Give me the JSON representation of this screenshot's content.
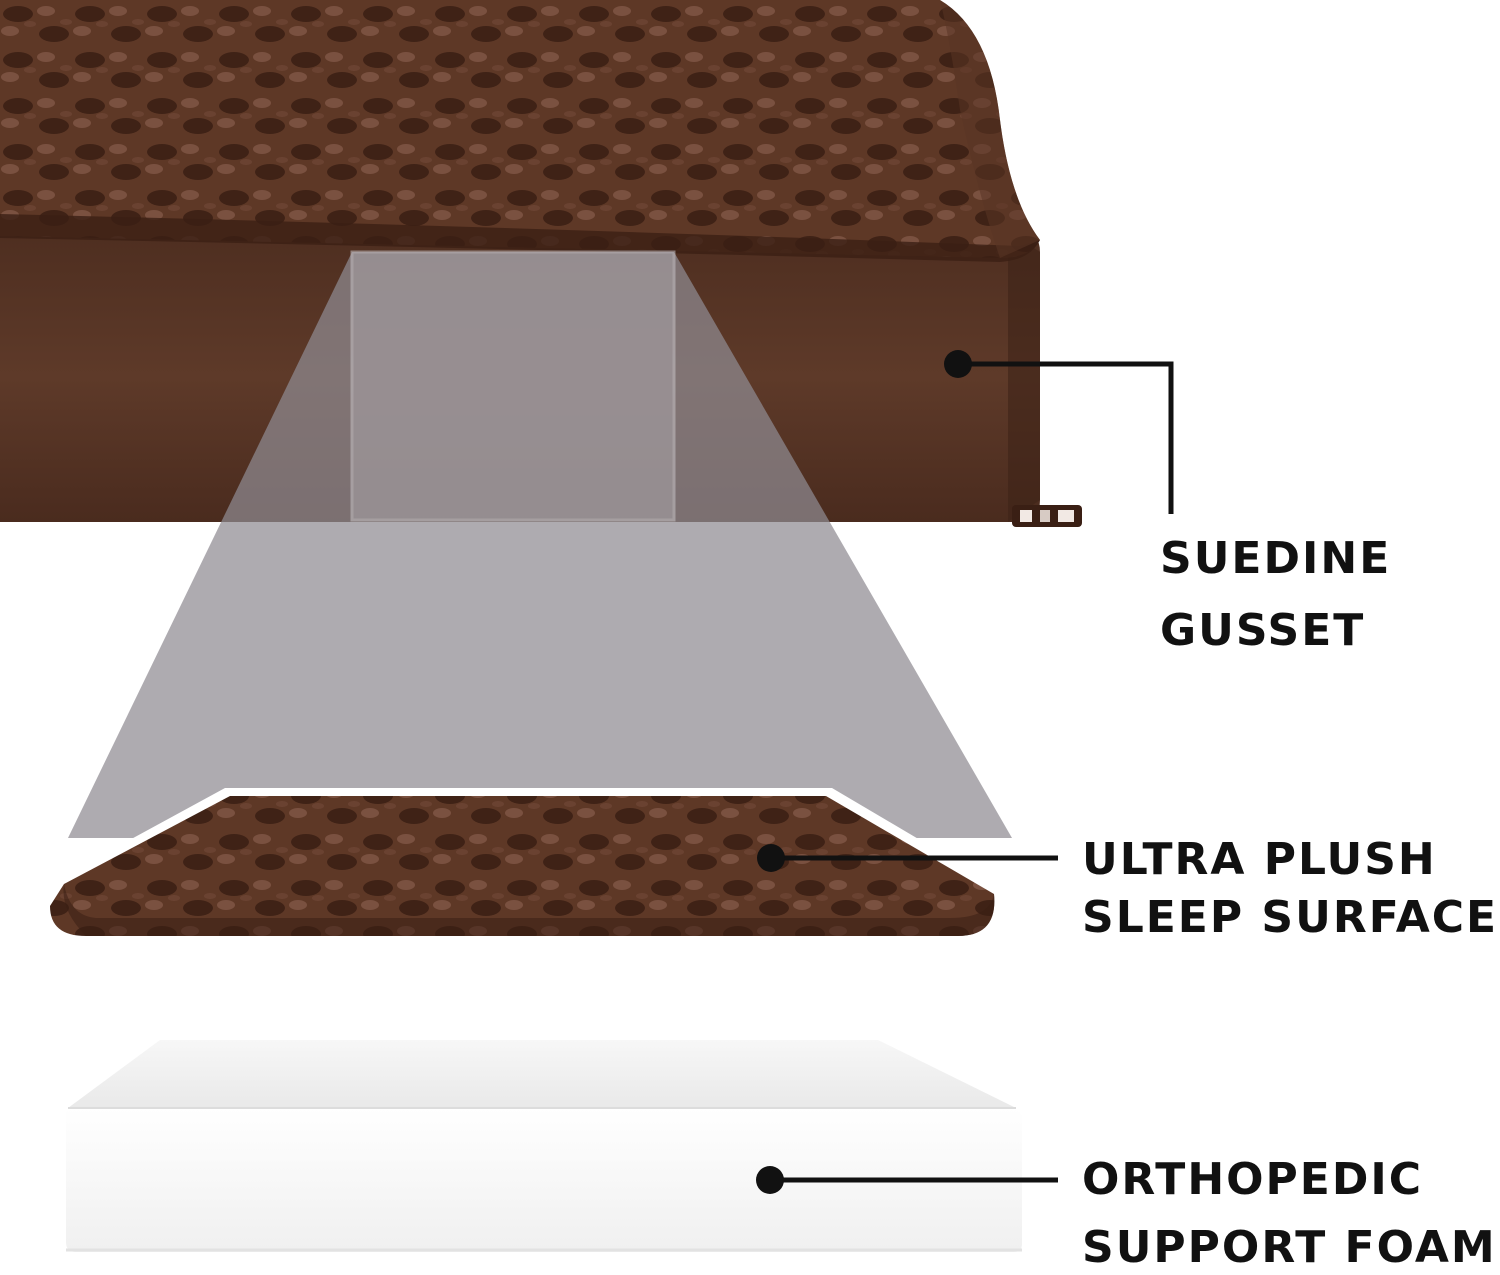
{
  "colors": {
    "background": "#ffffff",
    "fur_dark": "#4a2a1c",
    "fur_mid": "#5e3826",
    "fur_light": "#7a5140",
    "suedine": "#5a3727",
    "foam": "#f4f4f4",
    "callout": "#111111",
    "zoom_overlay": "#8f8a92"
  },
  "callouts": {
    "suedine_gusset": {
      "line1": "SUEDINE",
      "line2": "GUSSET",
      "marker": "dot-marker"
    },
    "ultra_plush": {
      "line1": "ULTRA PLUSH",
      "line2": "SLEEP SURFACE",
      "marker": "dot-marker"
    },
    "orthopedic_foam": {
      "line1": "ORTHOPEDIC",
      "line2": "SUPPORT FOAM",
      "marker": "dot-marker"
    }
  },
  "illustration": {
    "top_item": "plush-bed-with-suedine-gusset",
    "middle_item": "ultra-plush-fur-layer",
    "bottom_item": "orthopedic-foam-block",
    "zoom_effect": "magnified-cutaway-cone"
  }
}
